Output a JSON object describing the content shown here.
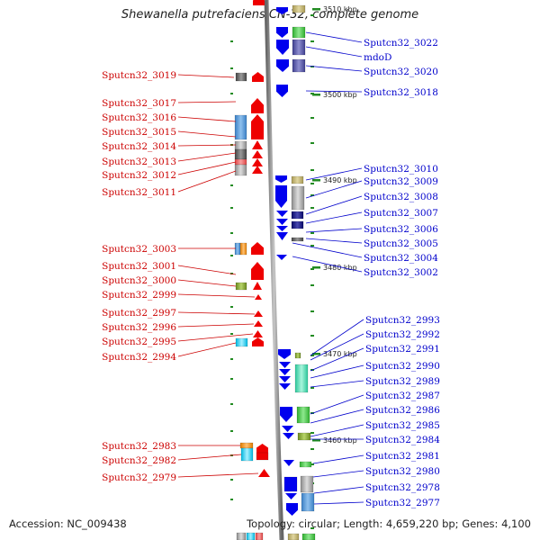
{
  "title": "Shewanella putrefaciens CN-32, complete genome",
  "accession": "Accession: NC_009438",
  "topology": "Topology: circular; Length: 4,659,220 bp; Genes: 4,100",
  "colors": {
    "forward_label": "#cc0000",
    "reverse_label": "#0000cc",
    "forward_gene": "#ee0000",
    "reverse_gene": "#0000ee",
    "backbone": "#888888",
    "tick": "#228b22"
  },
  "kbp_ticks": [
    "3510 kbp",
    "3500 kbp",
    "3490 kbp",
    "3480 kbp",
    "3470 kbp",
    "3460 kbp"
  ],
  "left_labels": [
    "Sputcn32_3019",
    "Sputcn32_3017",
    "Sputcn32_3016",
    "Sputcn32_3015",
    "Sputcn32_3014",
    "Sputcn32_3013",
    "Sputcn32_3012",
    "Sputcn32_3011",
    "Sputcn32_3003",
    "Sputcn32_3001",
    "Sputcn32_3000",
    "Sputcn32_2999",
    "Sputcn32_2997",
    "Sputcn32_2996",
    "Sputcn32_2995",
    "Sputcn32_2994",
    "Sputcn32_2983",
    "Sputcn32_2982",
    "Sputcn32_2979"
  ],
  "right_labels": [
    "Sputcn32_3022",
    "mdoD",
    "Sputcn32_3020",
    "Sputcn32_3018",
    "Sputcn32_3010",
    "Sputcn32_3009",
    "Sputcn32_3008",
    "Sputcn32_3007",
    "Sputcn32_3006",
    "Sputcn32_3005",
    "Sputcn32_3004",
    "Sputcn32_3002",
    "Sputcn32_2993",
    "Sputcn32_2992",
    "Sputcn32_2991",
    "Sputcn32_2990",
    "Sputcn32_2989",
    "Sputcn32_2987",
    "Sputcn32_2986",
    "Sputcn32_2985",
    "Sputcn32_2984",
    "Sputcn32_2981",
    "Sputcn32_2980",
    "Sputcn32_2978",
    "Sputcn32_2977"
  ]
}
